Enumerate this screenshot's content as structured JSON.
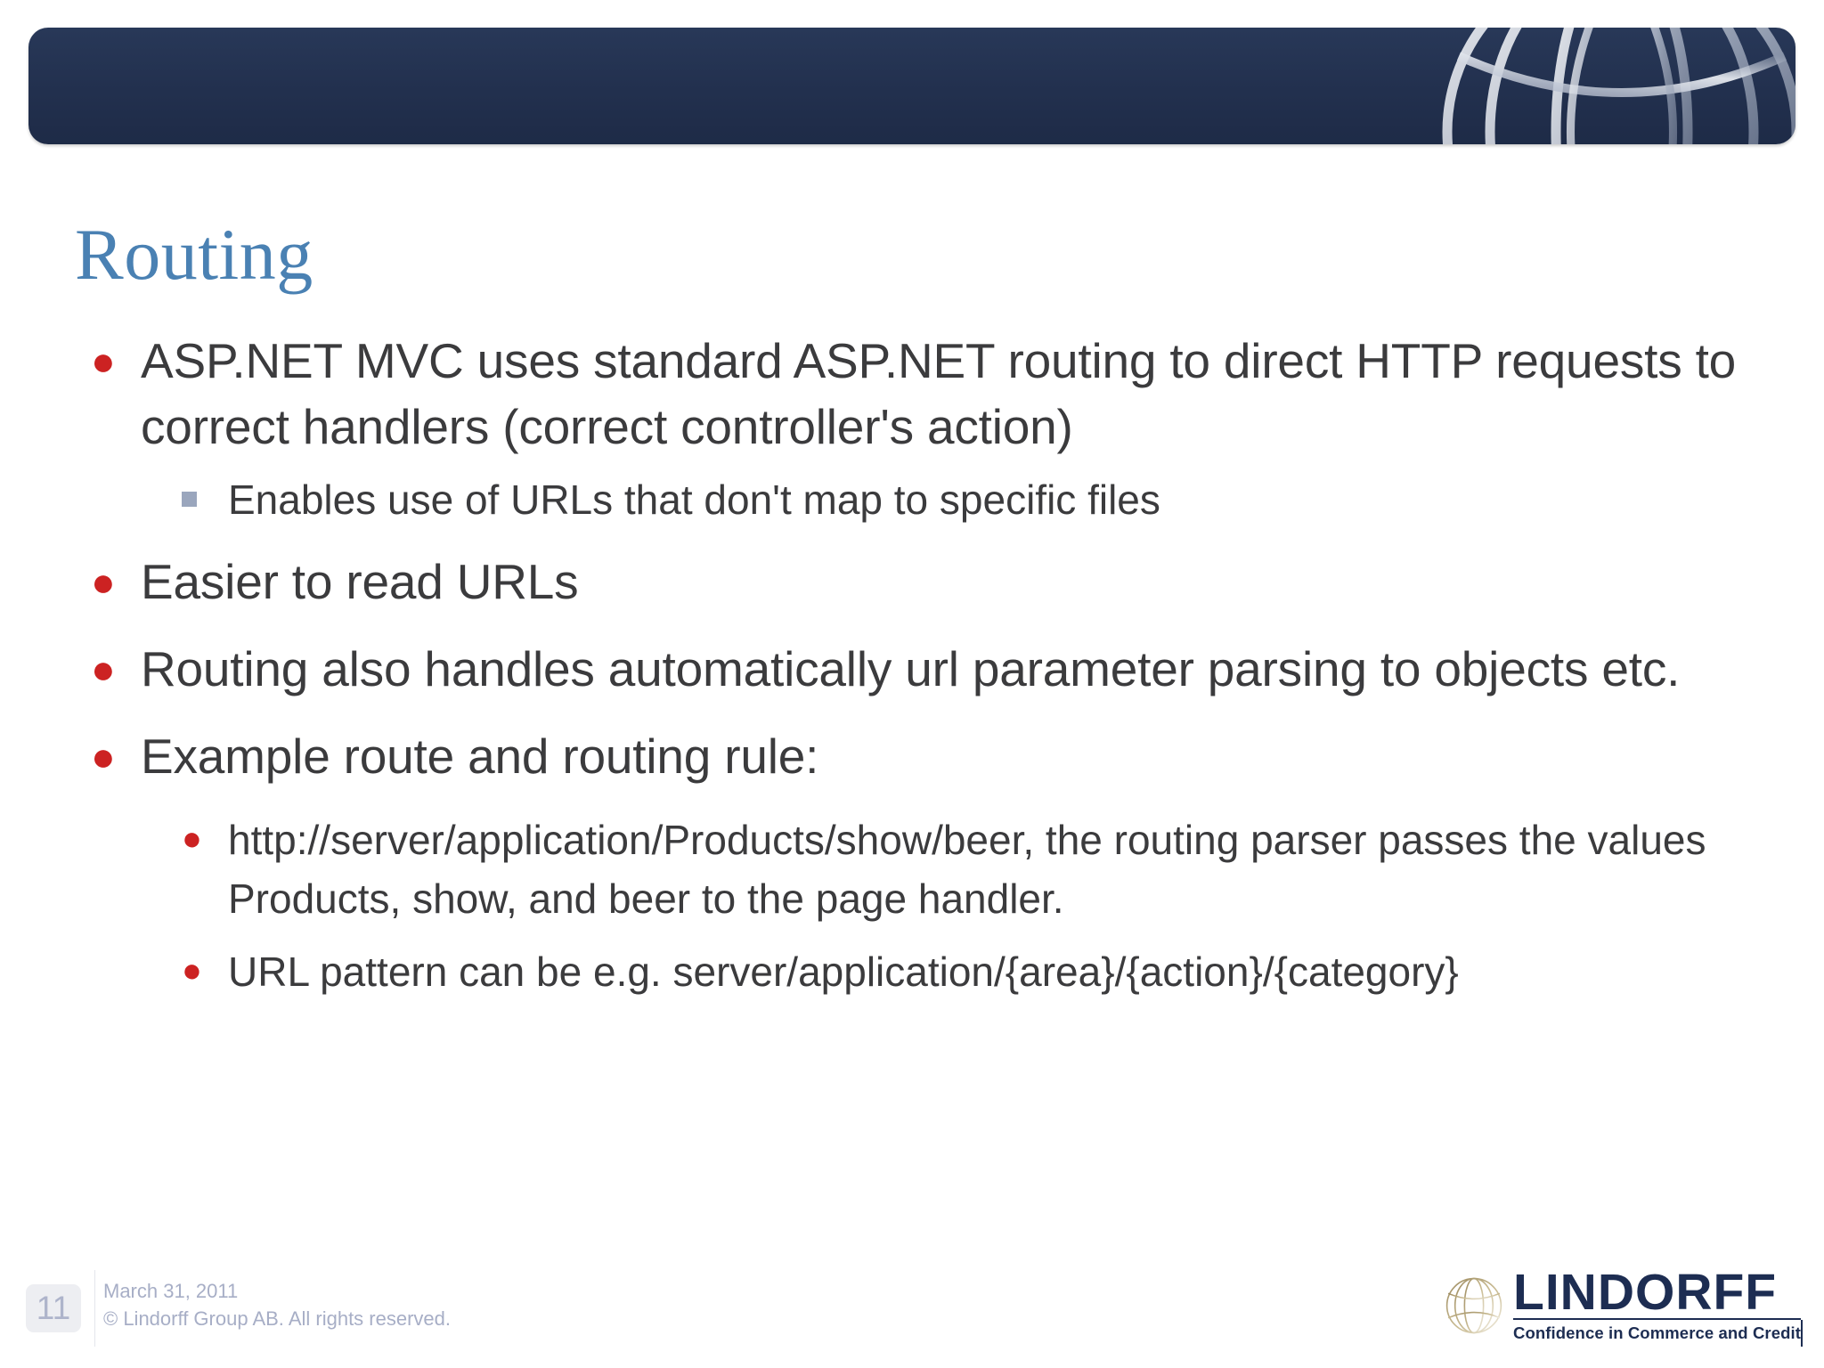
{
  "header": {
    "decor_icon": "globe-grid-graphic",
    "bg_color": "#22304e"
  },
  "title": {
    "text": "Routing",
    "color": "#4a81b3"
  },
  "content": {
    "bullets": [
      {
        "level": 1,
        "marker": "round-bullet",
        "text": "ASP.NET MVC uses standard ASP.NET routing to direct HTTP requests to correct handlers (correct controller's action)"
      },
      {
        "level": 2,
        "marker": "square-bullet",
        "text": "Enables use of URLs that don't map to specific files"
      },
      {
        "level": 1,
        "marker": "round-bullet",
        "text": "Easier to read URLs"
      },
      {
        "level": 1,
        "marker": "round-bullet",
        "text": "Routing also handles automatically url parameter parsing to objects etc."
      },
      {
        "level": 1,
        "marker": "round-bullet",
        "text": "Example route and routing rule:"
      },
      {
        "level": 2,
        "marker": "round-bullet-small",
        "text": "http://server/application/Products/show/beer, the routing parser passes the values Products, show, and beer to the page handler."
      },
      {
        "level": 2,
        "marker": "round-bullet-small",
        "text": "URL pattern can be e.g. server/application/{area}/{action}/{category}"
      }
    ],
    "bullet_color": "#cc2222",
    "square_bullet_color": "#9aa6bd",
    "text_color": "#3b3b3d"
  },
  "footer": {
    "page_number": "11",
    "date": "March 31, 2011",
    "copyright": "© Lindorff Group AB. All rights reserved."
  },
  "logo": {
    "icon": "globe-wireframe-icon",
    "wordmark": "LINDORFF",
    "tagline": "Confidence in Commerce and Credit",
    "color": "#1d2d52"
  }
}
